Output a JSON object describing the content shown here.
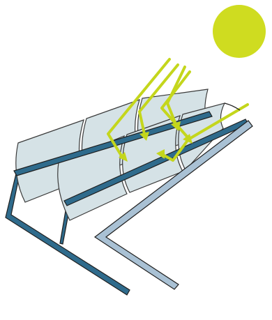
{
  "colors": {
    "background": "#ffffff",
    "sun": "#cfdc20",
    "sun_rays": "#c4d61c",
    "mirror_fill": "#d5e2e6",
    "mirror_outline": "#3a3a3a",
    "frame_dark": "#2f6b8c",
    "frame_light": "#a9c1d4",
    "frame_outline": "#1f1f1f"
  },
  "icons": {
    "sun": "sun-icon",
    "reflector": "parabolic-trough-mirror",
    "receiver": "receiver-tube",
    "rays": "sunlight-ray-arrows"
  }
}
